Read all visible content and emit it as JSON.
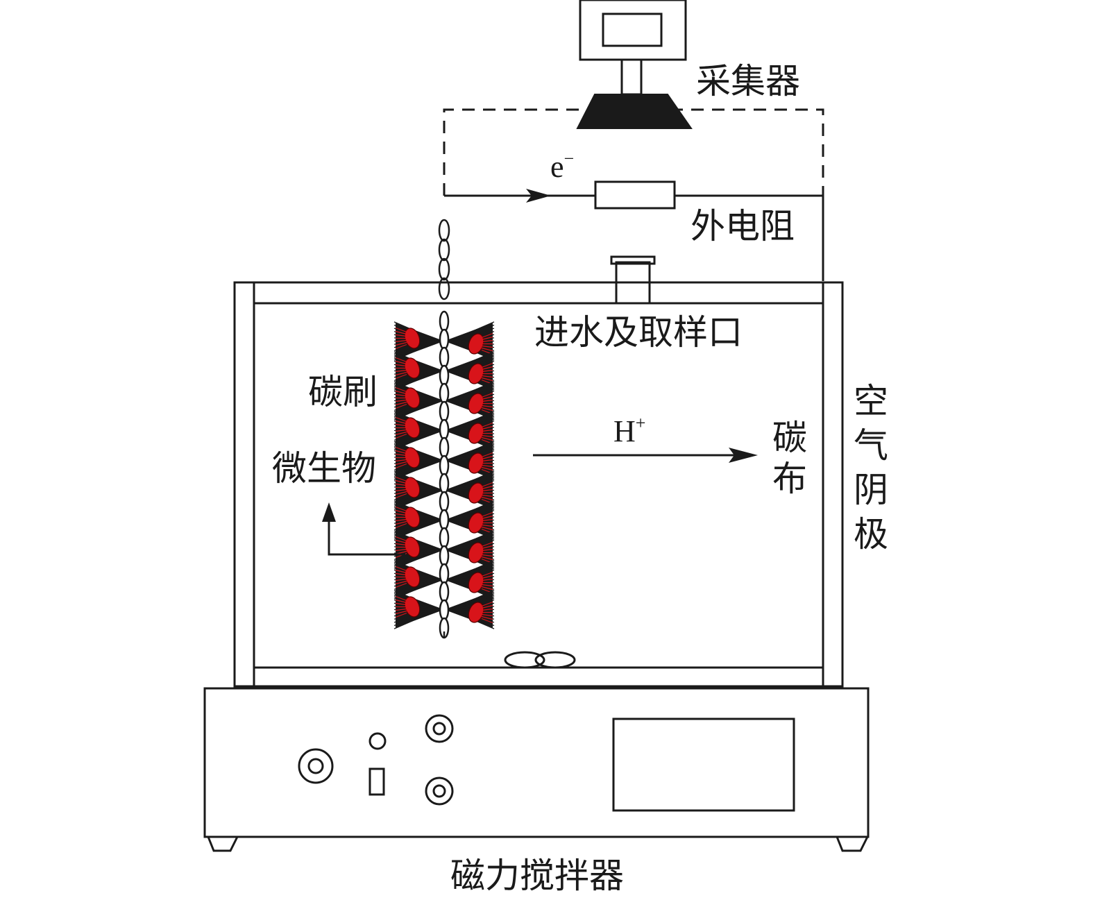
{
  "labels": {
    "collector": "采集器",
    "electron": "e",
    "electron_sup": "−",
    "resistor": "外电阻",
    "inlet": "进水及取样口",
    "carbon_brush": "碳刷",
    "microbe": "微生物",
    "proton": "H",
    "proton_sup": "+",
    "carbon_cloth": "碳布",
    "air_cathode": [
      "空",
      "气",
      "阴",
      "极"
    ],
    "stirrer": "磁力搅拌器"
  },
  "colors": {
    "line": "#1a1a1a",
    "microbe_fill": "#d8141a",
    "background": "#ffffff"
  },
  "icons": {
    "collector": "monitor-icon",
    "resistor": "resistor-icon",
    "knob": "knob-icon",
    "display": "display-panel"
  }
}
